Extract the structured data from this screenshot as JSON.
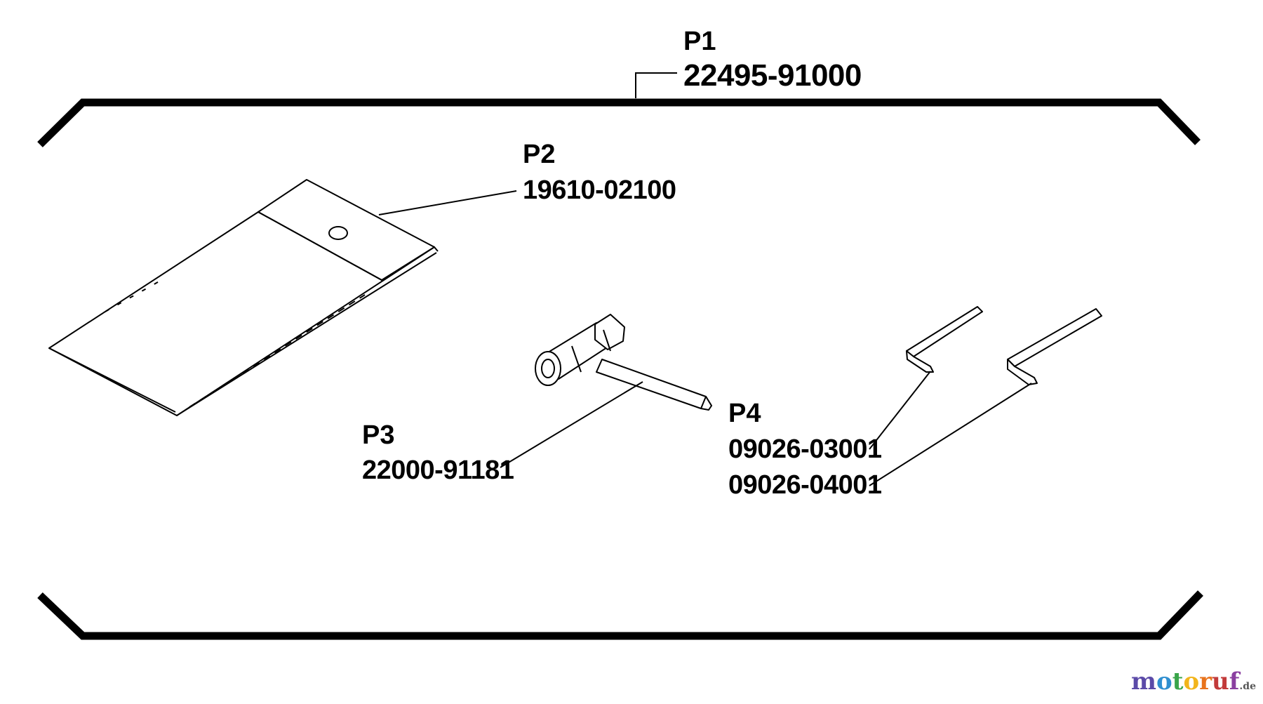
{
  "callouts": {
    "p1": {
      "ref": "P1",
      "part_number": "22495-91000"
    },
    "p2": {
      "ref": "P2",
      "part_number": "19610-02100"
    },
    "p3": {
      "ref": "P3",
      "part_number": "22000-91181"
    },
    "p4": {
      "ref": "P4",
      "part_numbers": [
        "09026-03001",
        "09026-04001"
      ]
    }
  },
  "watermark": {
    "letters": [
      "m",
      "o",
      "t",
      "o",
      "r",
      "u",
      "f"
    ],
    "suffix": ".de",
    "colors": [
      "#5b4aa8",
      "#2f8fd0",
      "#3aa54a",
      "#f2b51c",
      "#e8731c",
      "#c23a3a",
      "#8a3fa0"
    ]
  }
}
